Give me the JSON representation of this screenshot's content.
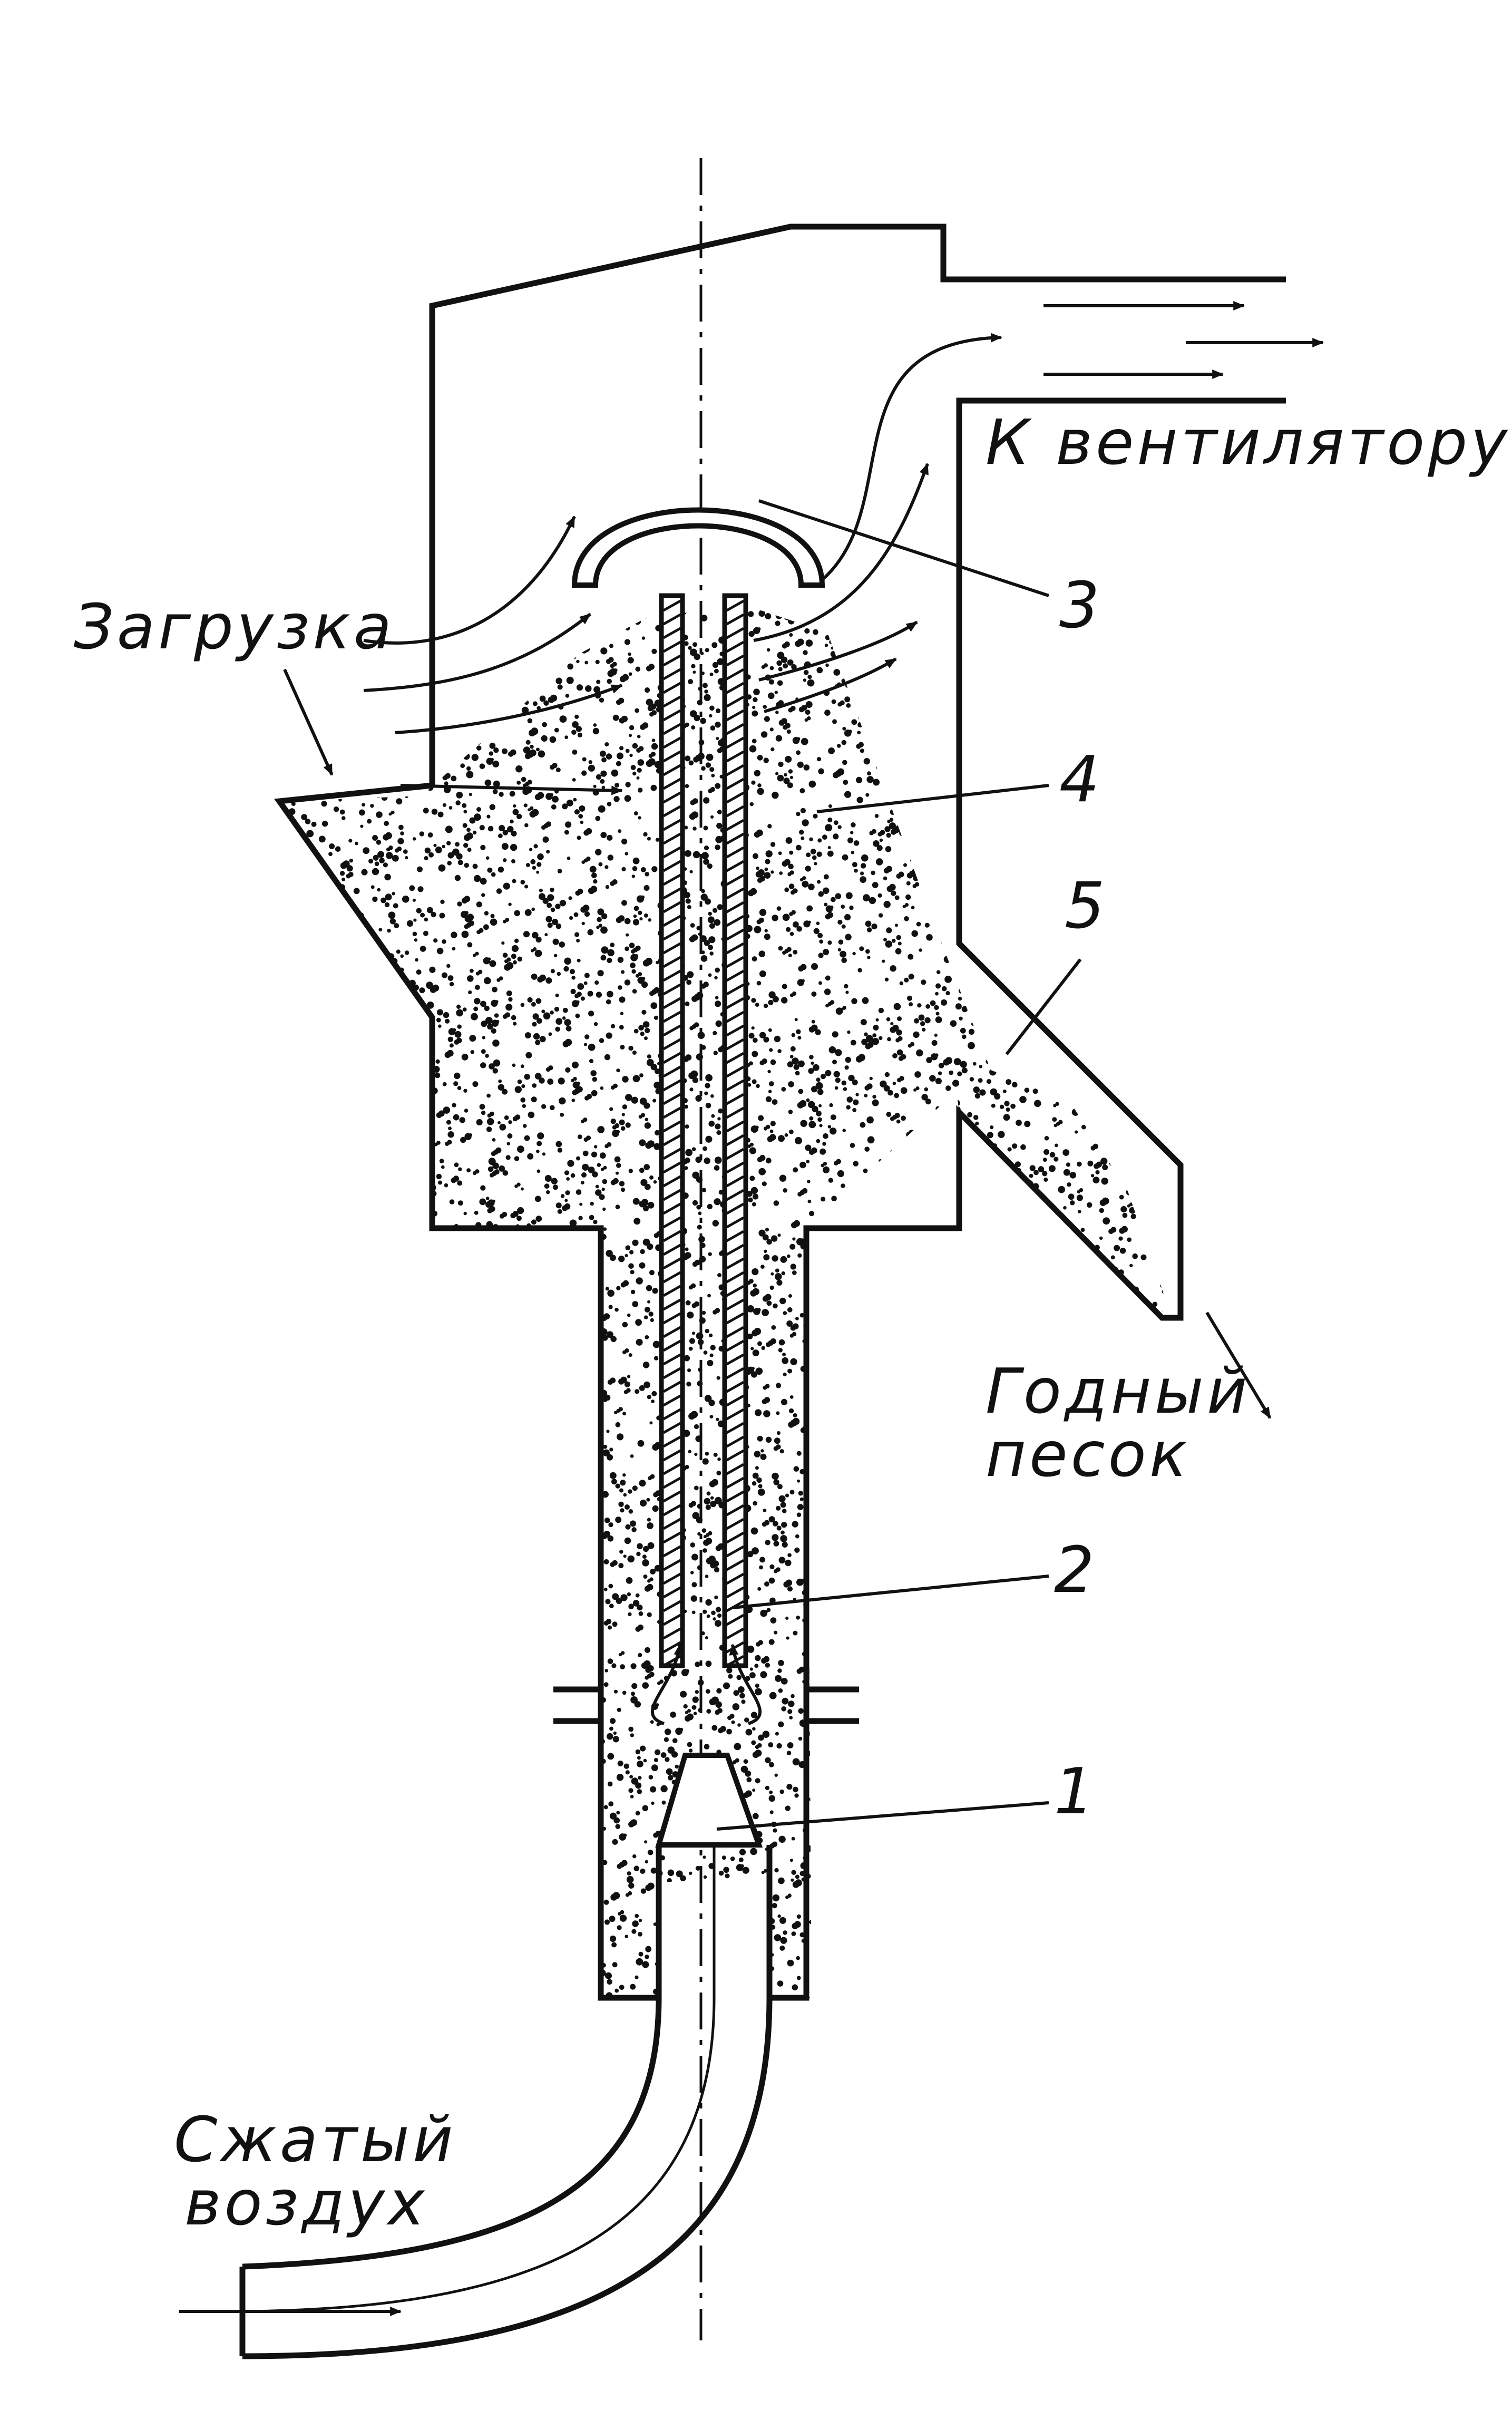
{
  "labels": {
    "loading": "Загрузка",
    "to_fan": "К вентилятору",
    "good_sand_line1": "Годный",
    "good_sand_line2": "песок",
    "compressed_air_line1": "Сжатый",
    "compressed_air_line2": "воздух"
  },
  "callouts": {
    "n1": "1",
    "n2": "2",
    "n3": "3",
    "n4": "4",
    "n5": "5"
  },
  "colors": {
    "ink": "#111111",
    "paper": "#ffffff"
  }
}
